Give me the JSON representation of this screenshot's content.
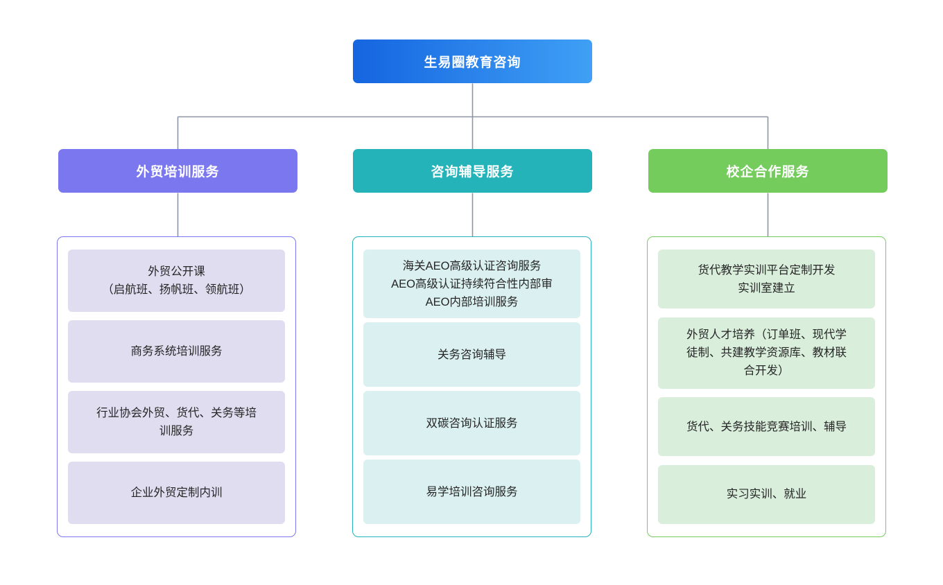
{
  "diagram": {
    "type": "organizational-hierarchy",
    "root": {
      "label": "生易圈教育咨询",
      "gradient_from": "#1565e0",
      "gradient_to": "#3fa0f5",
      "text_color": "#ffffff"
    },
    "connector_color": "#8b95a5",
    "columns": [
      {
        "header": "外贸培训服务",
        "header_color": "#7b78ef",
        "border_color": "#7b78ef",
        "card_color": "#e1ddf1",
        "items": [
          "外贸公开课\n（启航班、扬帆班、领航班）",
          "商务系统培训服务",
          "行业协会外贸、货代、关务等培\n训服务",
          "企业外贸定制内训"
        ]
      },
      {
        "header": "咨询辅导服务",
        "header_color": "#23b3b9",
        "border_color": "#23b3b9",
        "card_color": "#dbf0f0",
        "items": [
          "海关AEO高级认证咨询服务\nAEO高级认证持续符合性内部审\nAEO内部培训服务",
          "关务咨询辅导",
          "双碳咨询认证服务",
          "易学培训咨询服务"
        ]
      },
      {
        "header": "校企合作服务",
        "header_color": "#74cc5c",
        "border_color": "#74cc5c",
        "card_color": "#d9efdc",
        "items": [
          "货代教学实训平台定制开发\n实训室建立",
          "外贸人才培养（订单班、现代学\n徒制、共建教学资源库、教材联\n合开发）",
          "货代、关务技能竞赛培训、辅导",
          "实习实训、就业"
        ]
      }
    ]
  }
}
